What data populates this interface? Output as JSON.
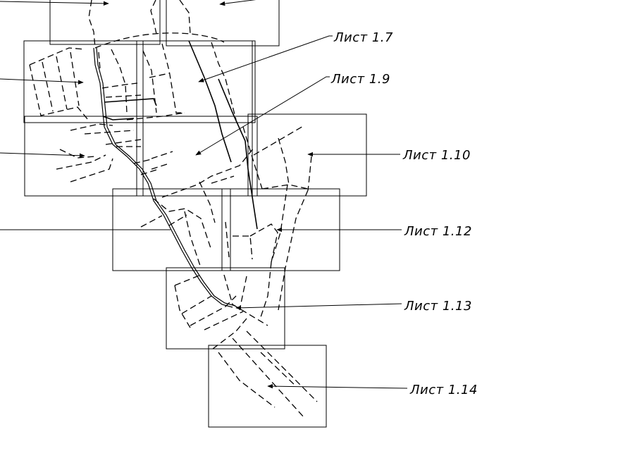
{
  "sheets": [
    {
      "id": "1.7",
      "label": "Лист  1.7"
    },
    {
      "id": "1.9",
      "label": "Лист  1.9"
    },
    {
      "id": "1.10",
      "label": "Лист  1.10"
    },
    {
      "id": "1.12",
      "label": "Лист  1.12"
    },
    {
      "id": "1.13",
      "label": "Лист  1.13"
    },
    {
      "id": "1.14",
      "label": "Лист  1.14"
    }
  ]
}
